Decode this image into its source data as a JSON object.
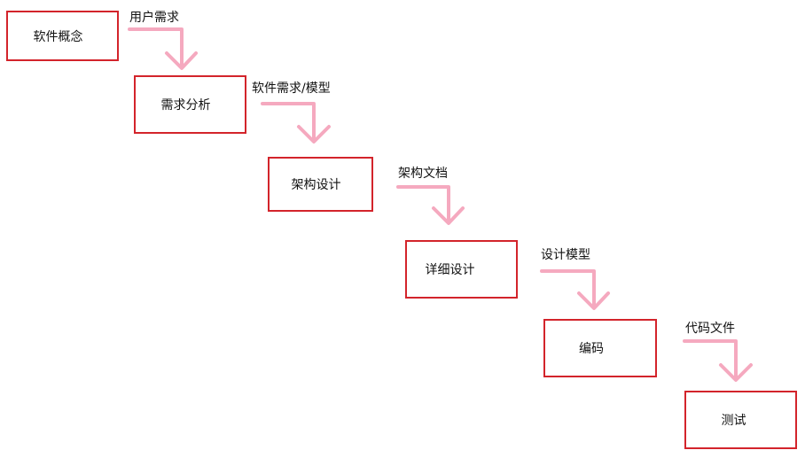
{
  "colors": {
    "box_border": "#d3242b",
    "arrow": "#f5a9bf",
    "text": "#111111",
    "background": "#ffffff"
  },
  "stages": [
    {
      "label": "软件概念"
    },
    {
      "label": "需求分析"
    },
    {
      "label": "架构设计"
    },
    {
      "label": "详细设计"
    },
    {
      "label": "编码"
    },
    {
      "label": "测试"
    }
  ],
  "transitions": [
    {
      "from": "软件概念",
      "to": "需求分析",
      "label": "用户需求"
    },
    {
      "from": "需求分析",
      "to": "架构设计",
      "label": "软件需求/模型"
    },
    {
      "from": "架构设计",
      "to": "详细设计",
      "label": "架构文档"
    },
    {
      "from": "详细设计",
      "to": "编码",
      "label": "设计模型"
    },
    {
      "from": "编码",
      "to": "测试",
      "label": "代码文件"
    }
  ]
}
